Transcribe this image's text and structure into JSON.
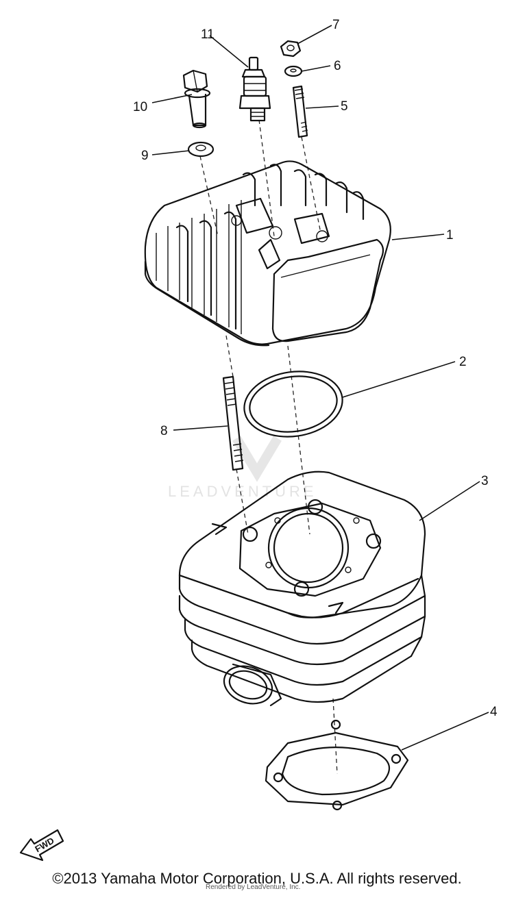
{
  "diagram": {
    "callouts": {
      "c1": "1",
      "c2": "2",
      "c3": "3",
      "c4": "4",
      "c5": "5",
      "c6": "6",
      "c7": "7",
      "c8": "8",
      "c9": "9",
      "c10": "10",
      "c11": "11"
    },
    "fwd_label": "FWD",
    "watermark": "LEADVENTURE"
  },
  "footer": {
    "copyright": "©2013 Yamaha Motor Corporation, U.S.A. All rights reserved.",
    "credit": "Rendered by LeadVenture, Inc."
  }
}
